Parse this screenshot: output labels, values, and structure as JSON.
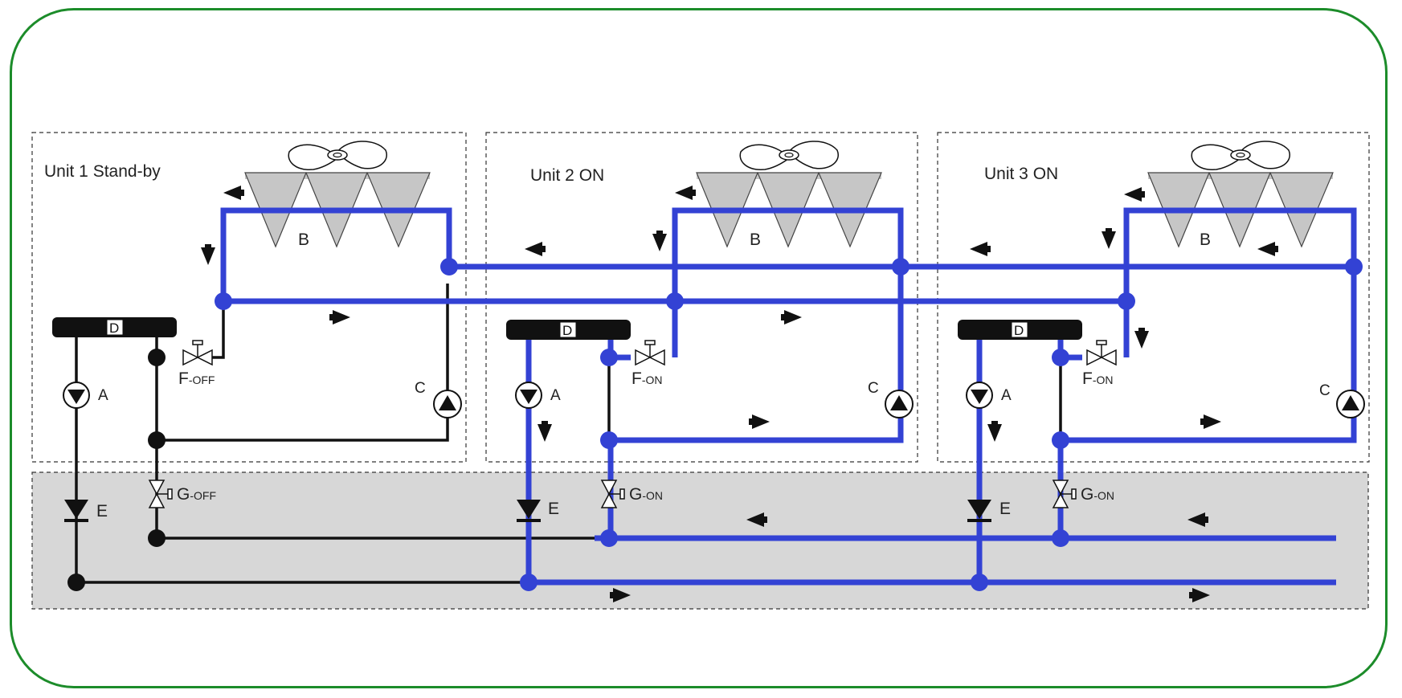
{
  "colors": {
    "frame": "#1c8c2a",
    "active_pipe": "#3342d4",
    "inactive_pipe": "#111111",
    "header_band": "#d7d7d7",
    "coil": "#c6c6c6"
  },
  "units": [
    {
      "title": "Unit 1 Stand-by",
      "state": "off",
      "labels": {
        "fan_coil": "B",
        "pump_c": "C",
        "tank": "D",
        "pump_a": "A",
        "check_valve": "E"
      },
      "valve_f": {
        "name": "F",
        "state": "-OFF"
      },
      "valve_g": {
        "name": "G",
        "state": "-OFF"
      }
    },
    {
      "title": "Unit 2 ON",
      "state": "on",
      "labels": {
        "fan_coil": "B",
        "pump_c": "C",
        "tank": "D",
        "pump_a": "A",
        "check_valve": "E"
      },
      "valve_f": {
        "name": "F",
        "state": "-ON"
      },
      "valve_g": {
        "name": "G",
        "state": "-ON"
      }
    },
    {
      "title": "Unit 3 ON",
      "state": "on",
      "labels": {
        "fan_coil": "B",
        "pump_c": "C",
        "tank": "D",
        "pump_a": "A",
        "check_valve": "E"
      },
      "valve_f": {
        "name": "F",
        "state": "-ON"
      },
      "valve_g": {
        "name": "G",
        "state": "-ON"
      }
    }
  ],
  "icons": {
    "fan": "fan-icon",
    "pump": "pump-icon",
    "valve": "gate-valve-icon",
    "check_valve": "check-valve-icon",
    "flow_arrow": "flow-arrow-icon"
  }
}
